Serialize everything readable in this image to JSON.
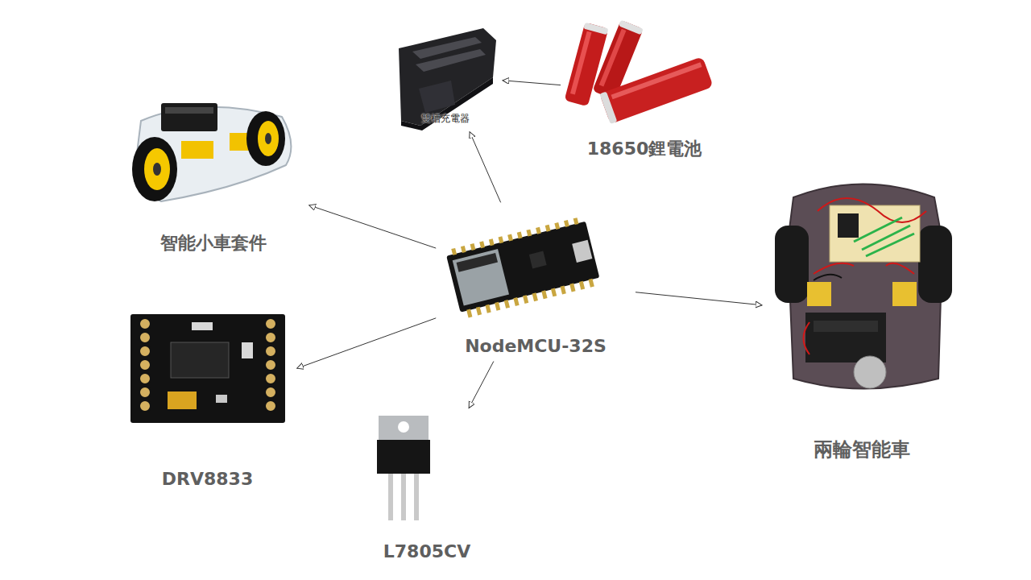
{
  "diagram": {
    "nodes": [
      {
        "text": [
          "智能小車套件"
        ]
      },
      {
        "text": [
          "雙槽充電器"
        ]
      },
      {
        "text": [
          "18650鋰電池"
        ]
      },
      {
        "text": [
          "NodeMCU-32S"
        ]
      },
      {
        "text": [
          "兩輪智能車"
        ]
      },
      {
        "text": [
          "DRV8833"
        ]
      },
      {
        "text": [
          "L7805CV"
        ]
      }
    ],
    "edges": [
      {
        "from": 3,
        "to": 0,
        "arrow": "to"
      },
      {
        "from": 3,
        "to": 1,
        "arrow": "to"
      },
      {
        "from": 2,
        "to": 1,
        "arrow": "to"
      },
      {
        "from": 3,
        "to": 5,
        "arrow": "to"
      },
      {
        "from": 3,
        "to": 6,
        "arrow": "to"
      },
      {
        "from": 3,
        "to": 4,
        "arrow": "to"
      }
    ]
  }
}
